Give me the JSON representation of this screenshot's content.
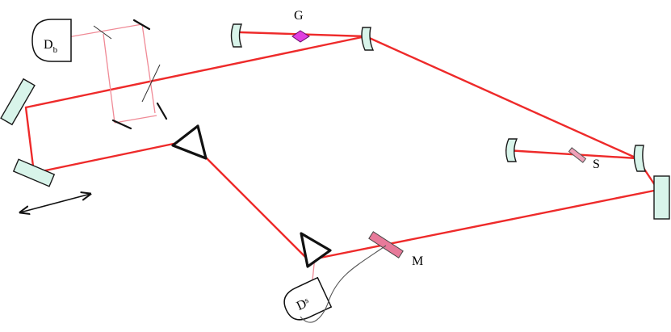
{
  "labels": {
    "grating": "G",
    "sample": "S",
    "output_coupler": "M",
    "det_b_main": "D",
    "det_b_sub": "b",
    "det_s_main": "D",
    "det_s_sub": "s"
  },
  "colors": {
    "beam": "#ee2a2a",
    "weak_beam": "#f08a96",
    "mirror_fill": "#d8f4ea",
    "grating_fill": "#e040e0",
    "sample_fill": "#f0a0b8",
    "output_coupler_fill": "#e77a9a",
    "outline": "#111111"
  },
  "icons": {
    "translation_arrow": "double-headed-arrow-icon"
  }
}
